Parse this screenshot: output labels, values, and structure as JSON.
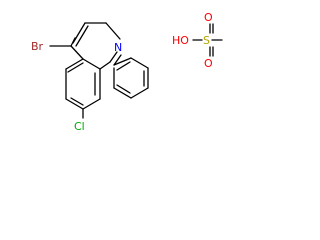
{
  "molecule": {
    "atoms": {
      "bromine": "Br",
      "nitrogen": "N",
      "chlorine": "Cl",
      "hydroxyl": "HO",
      "sulfur": "S",
      "oxygen_top": "O",
      "oxygen_bottom": "O"
    }
  },
  "colors": {
    "bond": "#000000",
    "bromine": "#a52a2a",
    "nitrogen": "#0000ff",
    "chlorine": "#00aa00",
    "oxygen": "#ff0000",
    "sulfur": "#b8a000"
  }
}
